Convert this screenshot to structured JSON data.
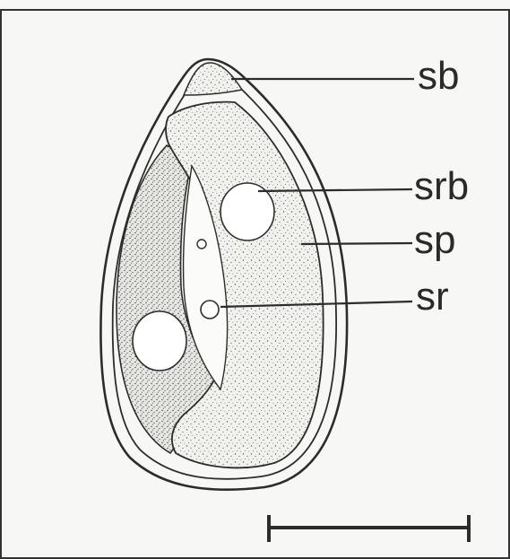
{
  "labels": {
    "sb": "sb",
    "srb": "srb",
    "sp": "sp",
    "sr": "sr"
  },
  "colors": {
    "ink": "#2a2a2a",
    "stipple": "#3a3a3a",
    "background": "#f7f7f5"
  }
}
